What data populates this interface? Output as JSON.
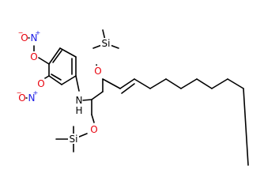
{
  "diagram": {
    "type": "structural-formula",
    "colors": {
      "bond": "#000000",
      "oxygen": "#e8000b",
      "nitrogen_nitro": "#1a1ae6",
      "nitrogen_amine": "#000000",
      "silicon": "#000000",
      "background": "#ffffff"
    },
    "labels": {
      "nitro_top_left_O": "O",
      "nitro_top_N": "N",
      "nitro_top_right_O": "O",
      "nitro_bottom_left_O": "O",
      "nitro_bottom_N": "N",
      "nitro_bottom_right_O": "O",
      "amine_N": "N",
      "amine_H": "H",
      "tms_ether_upper_O": "O",
      "tms_upper_Si": "Si",
      "tms_ether_lower_O": "O",
      "tms_lower_Si": "Si",
      "minus_sign": "−",
      "plus_sign": "+"
    }
  }
}
